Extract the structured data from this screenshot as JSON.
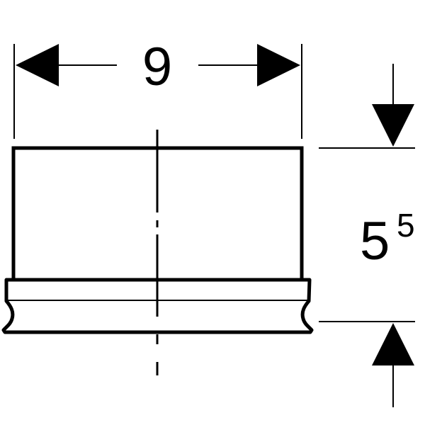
{
  "drawing": {
    "width_dimension": "9",
    "height_dimension_main": "5",
    "height_dimension_sup": "5",
    "line_color": "#000000",
    "background": "#ffffff"
  }
}
